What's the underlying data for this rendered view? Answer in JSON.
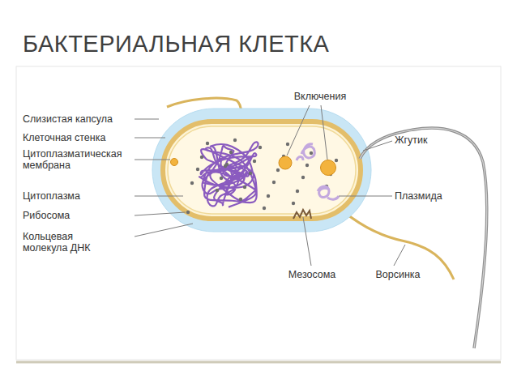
{
  "diagram": {
    "title": "БАКТЕРИАЛЬНАЯ КЛЕТКА",
    "labels": [
      "Слизистая капсула",
      "Клеточная стенка",
      "Цитоплазматическая мембрана",
      "Цитоплазма",
      "Рибосома",
      "Кольцевая молекула ДНК",
      "Включения",
      "Жгутик",
      "Плазмида",
      "Мезосома",
      "Ворсинка"
    ]
  }
}
